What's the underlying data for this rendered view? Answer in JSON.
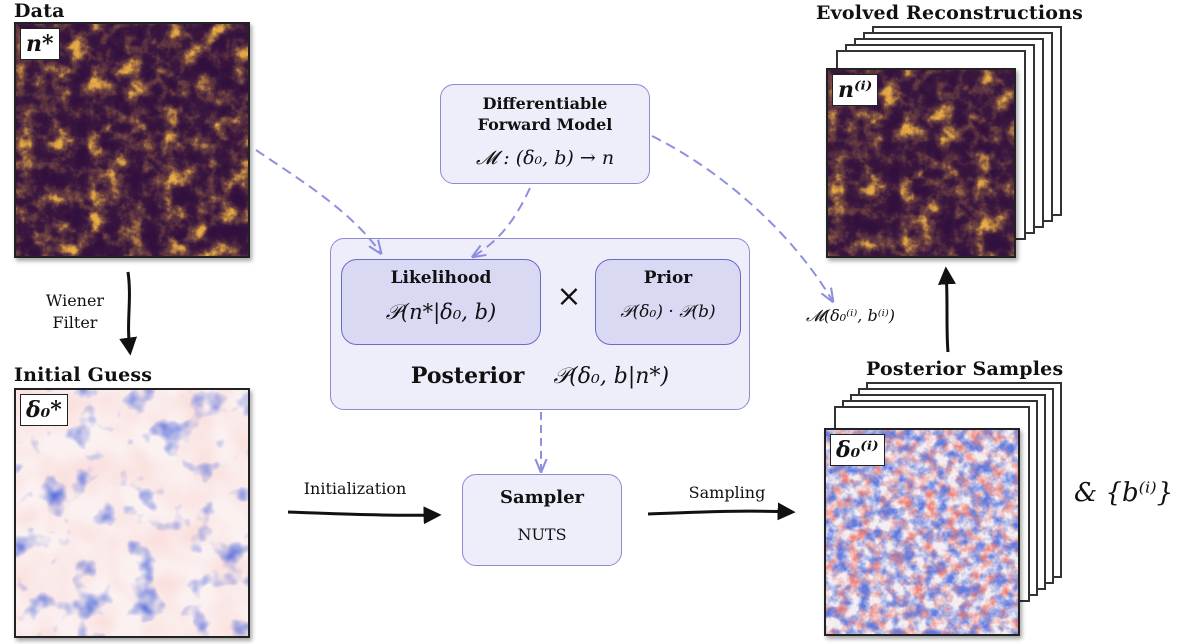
{
  "data_panel": {
    "title": "Data",
    "tag": "n*"
  },
  "wiener": {
    "line1": "Wiener",
    "line2": "Filter"
  },
  "initial_guess": {
    "title": "Initial Guess",
    "tag": "δ₀*"
  },
  "initialization_label": "Initialization",
  "forward_model": {
    "line1": "Differentiable",
    "line2": "Forward Model",
    "formula": "𝓜 : (δ₀, b) → n"
  },
  "posterior_box": {
    "likelihood_title": "Likelihood",
    "likelihood_formula": "𝒫(n*|δ₀, b)",
    "times": "×",
    "prior_title": "Prior",
    "prior_formula": "𝒫(δ₀) · 𝒫(b)",
    "posterior_title": "Posterior",
    "posterior_formula": "𝒫(δ₀, b|n*)"
  },
  "sampler": {
    "title": "Sampler",
    "subtitle": "NUTS"
  },
  "sampling_label": "Sampling",
  "evolved": {
    "title": "Evolved Reconstructions",
    "tag": "n⁽ⁱ⁾"
  },
  "model_label": "𝓜(δ₀⁽ⁱ⁾, b⁽ⁱ⁾)",
  "posterior_samples": {
    "title": "Posterior Samples",
    "tag": "δ₀⁽ⁱ⁾",
    "extra": "& {b⁽ⁱ⁾}"
  },
  "colors": {
    "density_bg": "#1a0b2e",
    "density_mid": "#7a1f6e",
    "density_hi": "#f7c34a",
    "field_red": "#e23b2e",
    "field_blue": "#1e2fb8",
    "field_pale_red": "#f4c4c0",
    "accent_border": "#8a8ad8",
    "dash_arrow": "#8f8fe0"
  }
}
